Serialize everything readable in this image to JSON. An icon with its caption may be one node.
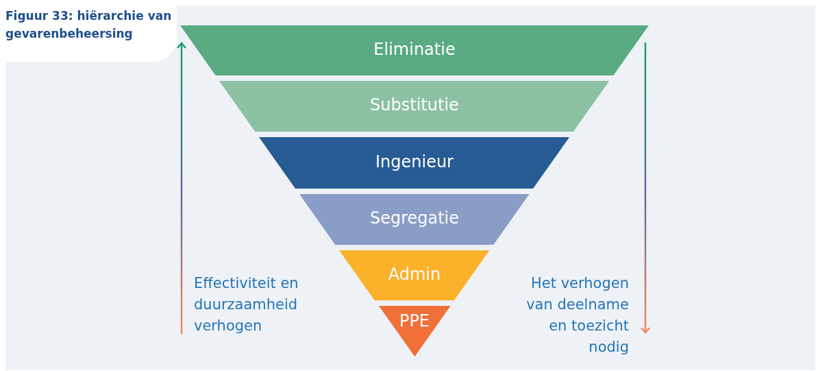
{
  "diagram": {
    "title": "Figuur 33: hiërarchie van gevarenbeheersing",
    "nodes": [
      {
        "text": [
          "Eliminatie"
        ]
      },
      {
        "text": [
          "Substitutie"
        ]
      },
      {
        "text": [
          "Ingenieur"
        ]
      },
      {
        "text": [
          "Segregatie"
        ]
      },
      {
        "text": [
          "Admin"
        ]
      },
      {
        "text": [
          "PPE"
        ]
      }
    ],
    "labels": [
      "Effectiviteit en duurzaamheid verhogen",
      "Het verhogen van deelname en toezicht nodig"
    ]
  }
}
